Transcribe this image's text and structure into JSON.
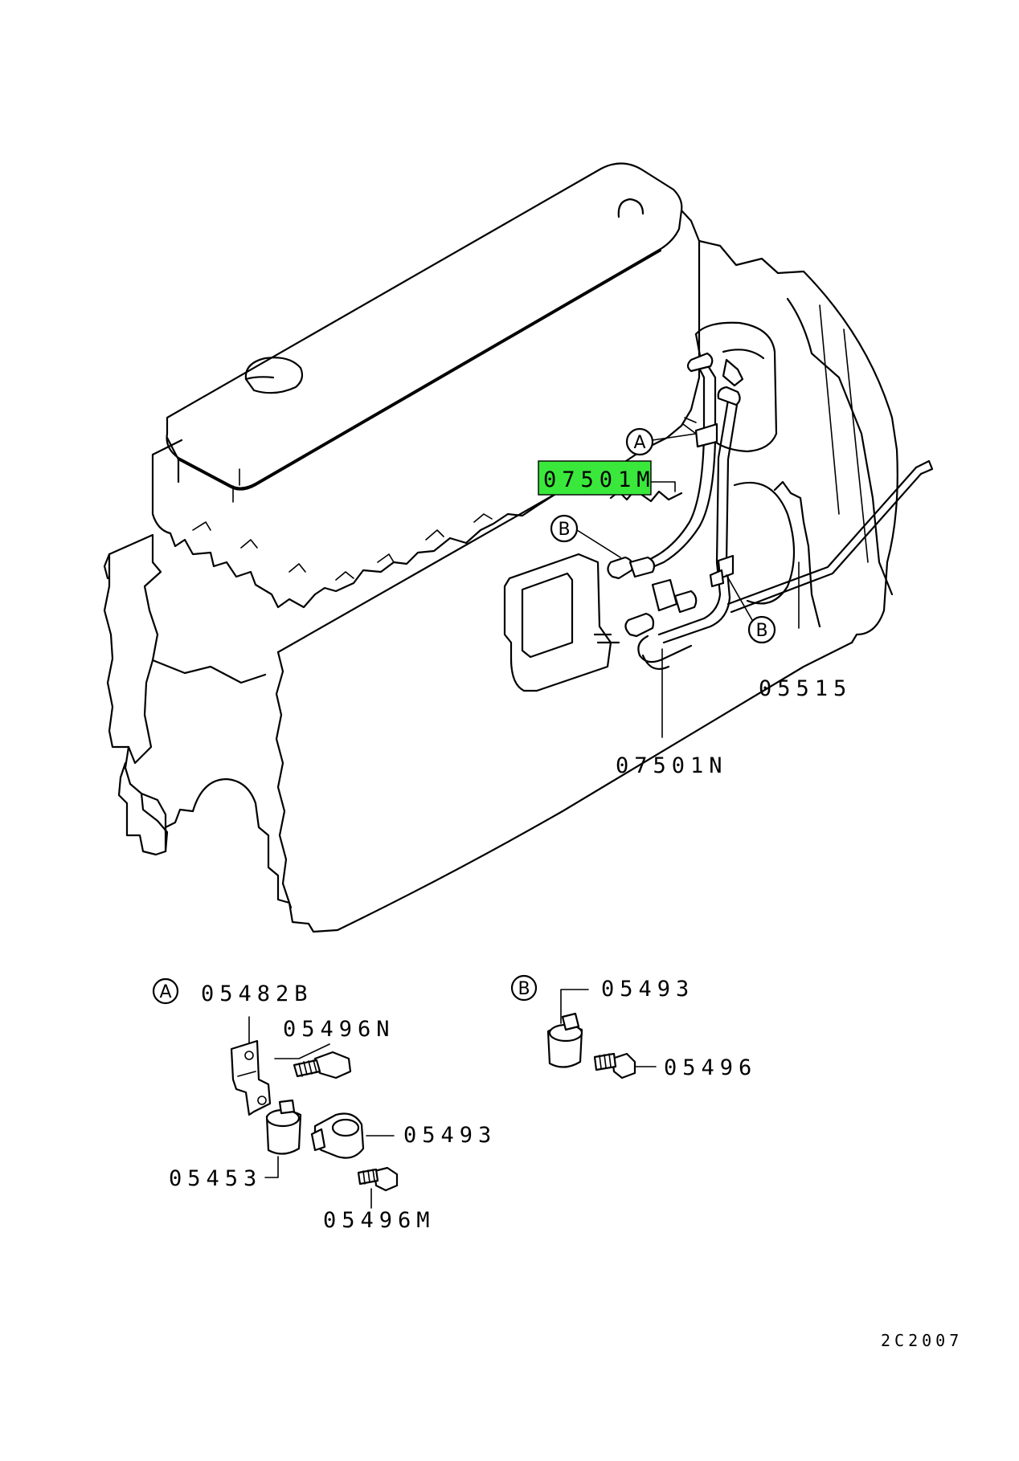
{
  "callouts": {
    "p07501M": "07501M",
    "p07501N": "07501N",
    "p05515": "05515"
  },
  "markers": {
    "A": "A",
    "B": "B"
  },
  "detail_a": {
    "marker": "A",
    "p05482B": "05482B",
    "p05496N": "05496N",
    "p05453": "05453",
    "p05493": "05493",
    "p05496M": "05496M"
  },
  "detail_b": {
    "marker": "B",
    "p05493": "05493",
    "p05496": "05496"
  },
  "figure_code": "2C2007",
  "colors": {
    "highlight": "#39e83b",
    "line": "#000000",
    "background": "#ffffff"
  }
}
